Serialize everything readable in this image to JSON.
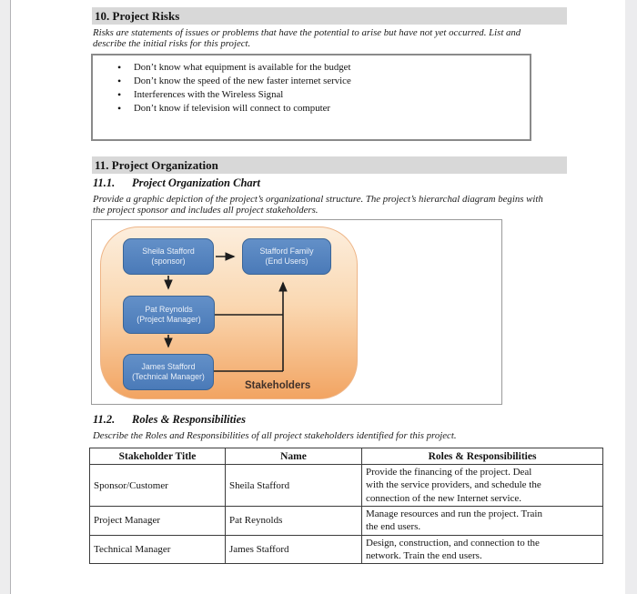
{
  "section10": {
    "heading": "10. Project Risks",
    "description": "Risks are statements of issues or problems that have the potential to arise but have not yet occurred.  List and\ndescribe the initial risks for this project.",
    "risks": [
      "Don’t know what equipment is available for the budget",
      "Don’t know the speed of the new faster internet service",
      "Interferences with the Wireless Signal",
      "Don’t know if television will connect to computer"
    ]
  },
  "section11": {
    "heading": "11. Project Organization",
    "sub1": {
      "number": "11.1.",
      "title": "Project Organization Chart",
      "description": "Provide a graphic depiction of the project’s organizational structure.  The project’s hierarchal diagram begins with\nthe project sponsor and includes all project stakeholders."
    },
    "org_chart": {
      "nodes": [
        {
          "line1": "Sheila Stafford",
          "line2": "(sponsor)"
        },
        {
          "line1": "Stafford  Family",
          "line2": "(End Users)"
        },
        {
          "line1": "Pat Reynolds",
          "line2": "(Project Manager)"
        },
        {
          "line1": "James Stafford",
          "line2": "(Technical Manager)"
        }
      ],
      "label": "Stakeholders",
      "node_color": "#4f81bd",
      "container_top_color": "#fceedd",
      "container_bottom_color": "#f2a462"
    },
    "sub2": {
      "number": "11.2.",
      "title": "Roles & Responsibilities",
      "description": "Describe the Roles and Responsibilities of all project stakeholders identified for this project."
    },
    "table": {
      "headers": [
        "Stakeholder Title",
        "Name",
        "Roles & Responsibilities"
      ],
      "rows": [
        {
          "title": "Sponsor/Customer",
          "name": "Sheila Stafford",
          "roles": "Provide the financing of the project. Deal\nwith the service providers, and schedule the\nconnection of the new Internet service."
        },
        {
          "title": "Project Manager",
          "name": "Pat Reynolds",
          "roles": "Manage resources and run the project. Train\nthe end users."
        },
        {
          "title": "Technical Manager",
          "name": "James Stafford",
          "roles": "Design, construction, and connection  to the\nnetwork. Train the end users."
        }
      ]
    }
  }
}
